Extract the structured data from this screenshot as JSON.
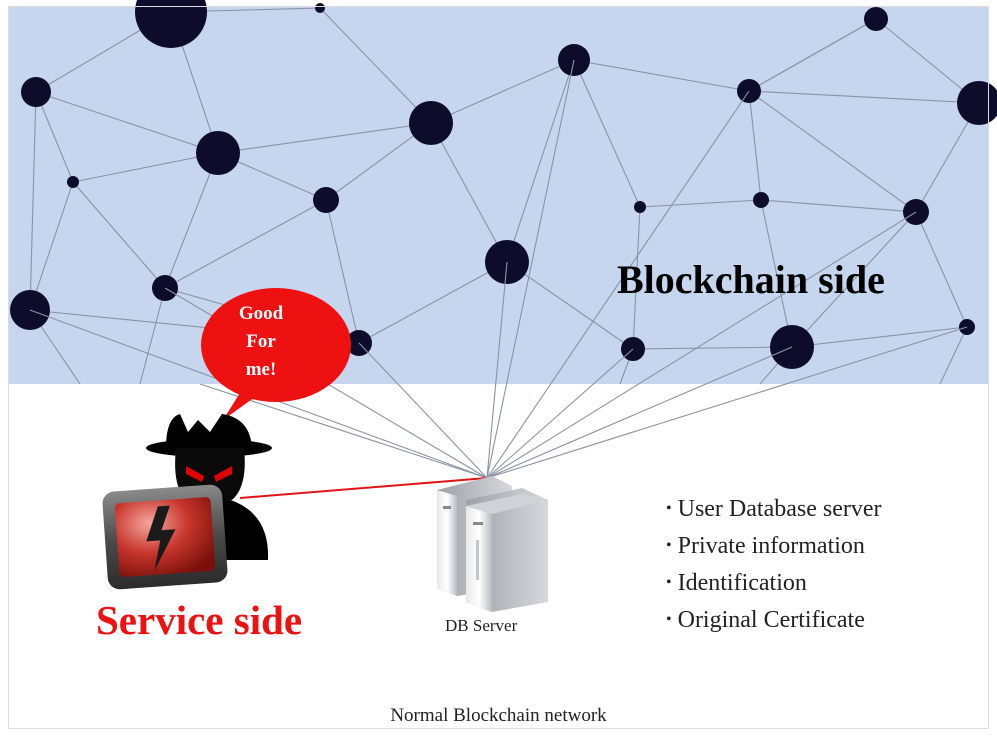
{
  "blockchain_label": "Blockchain side",
  "speech_bubble": {
    "lines": [
      "Good",
      "For",
      "me!"
    ]
  },
  "service_label": "Service side",
  "db_server_label": "DB Server",
  "bullets": [
    "User Database server",
    "Private information",
    "Identification",
    "Original Certificate"
  ],
  "caption": "Normal Blockchain network",
  "icons": [
    "hacker-icon",
    "tablet-danger-icon",
    "server-icon"
  ],
  "colors": {
    "banner": "#c5d6ee",
    "node": "#0d0d2b",
    "edge": "#8a93a3",
    "alert": "#ee1111"
  }
}
